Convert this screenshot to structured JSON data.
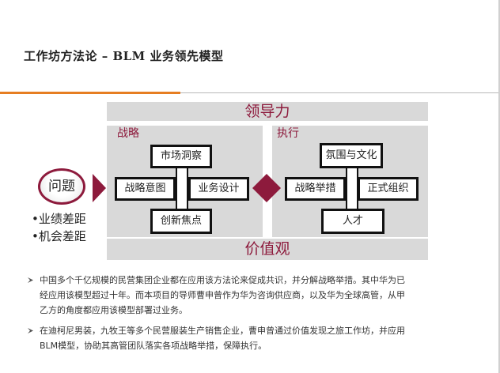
{
  "title": "工作坊方法论 – BLM 业务领先模型",
  "colors": {
    "accent": "#8d1a3c",
    "orange": "#e67e22",
    "panel_gray": "#d9d9d9"
  },
  "model": {
    "top_band": "领导力",
    "bottom_band": "价值观",
    "strategy": {
      "label": "战略",
      "nodes": {
        "top": "市场洞察",
        "left": "战略意图",
        "right": "业务设计",
        "bottom": "创新焦点"
      }
    },
    "execution": {
      "label": "执行",
      "nodes": {
        "top": "氛围与文化",
        "left": "战略举措",
        "right": "正式组织",
        "bottom": "人才"
      }
    },
    "issue": {
      "label": "问题",
      "gaps": [
        "•业绩差距",
        "•机会差距"
      ]
    }
  },
  "paragraphs": [
    {
      "lines": [
        "中国多个千亿规模的民营集团企业都在应用该方法论来促成共识，并分解战略举措。其中华为已",
        "经应用该模型超过十年。而本项目的导师曹申曾作为华为咨询供应商，以及华为全球高管，从甲",
        "乙方的角度都应用该模型部署过业务。"
      ]
    },
    {
      "lines": [
        "在迪柯尼男装，九牧王等多个民营服装生产销售企业，曹申曾通过价值发现之旅工作坊，并应用",
        "BLM模型，协助其高管团队落实各项战略举措，保障执行。"
      ]
    }
  ]
}
